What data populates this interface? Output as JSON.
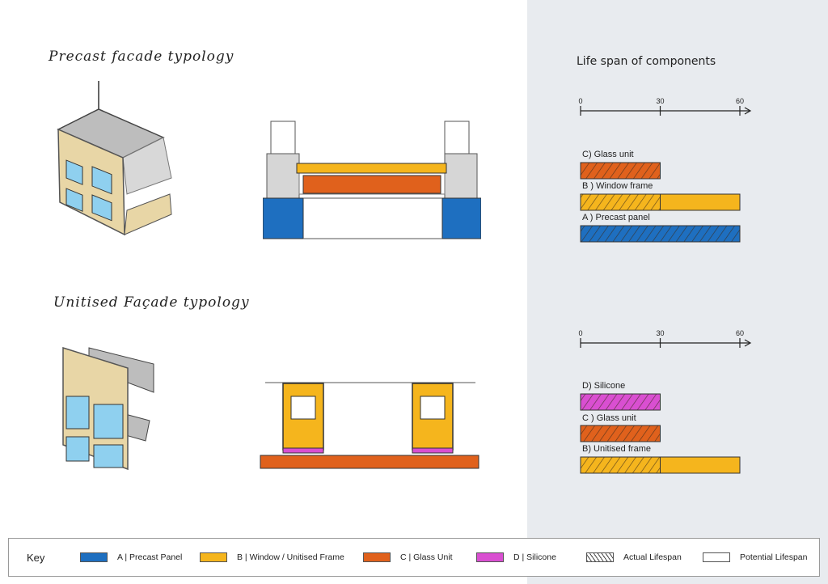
{
  "headings": {
    "precast": "Precast facade typology",
    "unitised": "Unitised Façade typology"
  },
  "chart_title": "Life span of components",
  "colors": {
    "precast_panel": "#1e6fc0",
    "window_frame": "#f5b51d",
    "glass_unit": "#e0611c",
    "silicone": "#d94fd1",
    "panel_bg": "#e8ebef"
  },
  "chart_data": [
    {
      "type": "bar",
      "orientation": "horizontal",
      "xlim": [
        0,
        60
      ],
      "x_ticks": [
        "0",
        "30",
        "60"
      ],
      "categories": [
        "C) Glass unit",
        "B ) Window frame",
        "A ) Precast panel"
      ],
      "series": [
        {
          "name": "Actual Lifespan",
          "values": [
            30,
            30,
            60
          ]
        },
        {
          "name": "Potential Lifespan",
          "values": [
            30,
            60,
            60
          ]
        }
      ]
    },
    {
      "type": "bar",
      "orientation": "horizontal",
      "xlim": [
        0,
        60
      ],
      "x_ticks": [
        "0",
        "30",
        "60"
      ],
      "categories": [
        "D) Silicone",
        "C ) Glass unit",
        "B) Unitised frame"
      ],
      "series": [
        {
          "name": "Actual Lifespan",
          "values": [
            30,
            30,
            30
          ]
        },
        {
          "name": "Potential Lifespan",
          "values": [
            30,
            30,
            60
          ]
        }
      ]
    }
  ],
  "key": {
    "title": "Key",
    "items": [
      {
        "label": "A | Precast Panel",
        "color": "#1e6fc0"
      },
      {
        "label": "B | Window / Unitised Frame",
        "color": "#f5b51d"
      },
      {
        "label": "C | Glass Unit",
        "color": "#e0611c"
      },
      {
        "label": "D | Silicone",
        "color": "#d94fd1"
      },
      {
        "label": "Actual Lifespan",
        "pattern": "hatch"
      },
      {
        "label": "Potential Lifespan",
        "pattern": "empty"
      }
    ]
  }
}
